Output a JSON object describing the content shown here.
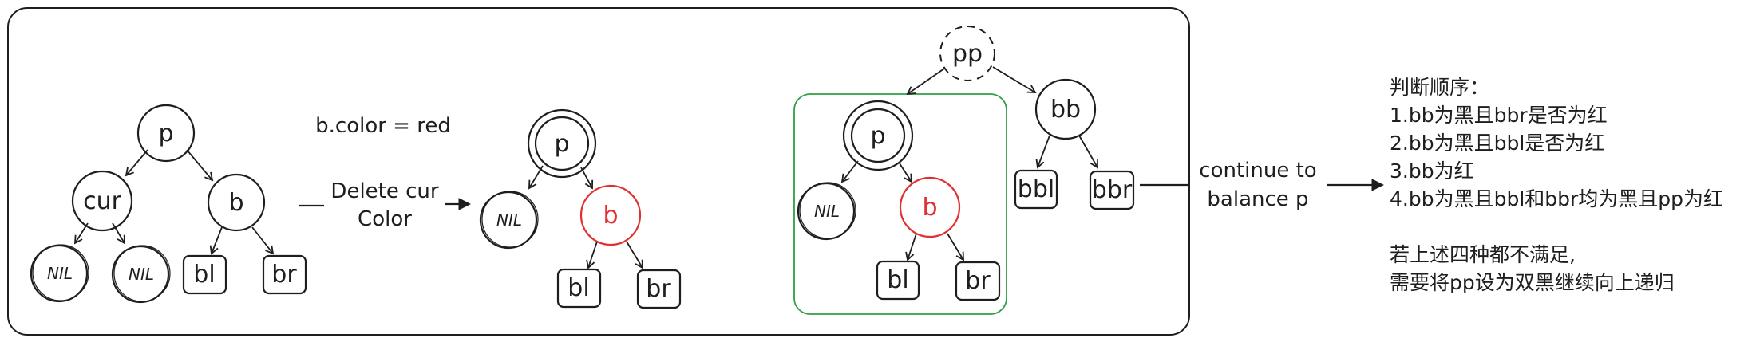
{
  "stage1": {
    "p": "p",
    "cur": "cur",
    "b": "b",
    "nil_left": "NIL",
    "nil_right": "NIL",
    "bl": "bl",
    "br": "br"
  },
  "arrow1": {
    "line1": "Delete cur",
    "line2": "Color"
  },
  "stage2": {
    "annotation": "b.color = red",
    "p": "p",
    "nil": "NIL",
    "b": "b",
    "bl": "bl",
    "br": "br"
  },
  "stage3": {
    "pp": "pp",
    "bb": "bb",
    "p": "p",
    "nil": "NIL",
    "b": "b",
    "bl": "bl",
    "br": "br",
    "bbl": "bbl",
    "bbr": "bbr"
  },
  "arrow2": {
    "line1": "continue to",
    "line2": "balance p"
  },
  "notes": {
    "title": "判断顺序：",
    "rule1": "1.bb为黑且bbr是否为红",
    "rule2": "2.bb为黑且bbl是否为红",
    "rule3": "3.bb为红",
    "rule4": "4.bb为黑且bbl和bbr均为黑且pp为红",
    "fallback1": "若上述四种都不满足,",
    "fallback2": "需要将pp设为双黑继续向上递归"
  },
  "colors": {
    "stroke": "#1e1e1e",
    "red": "#e03131",
    "green": "#2f9e44"
  }
}
